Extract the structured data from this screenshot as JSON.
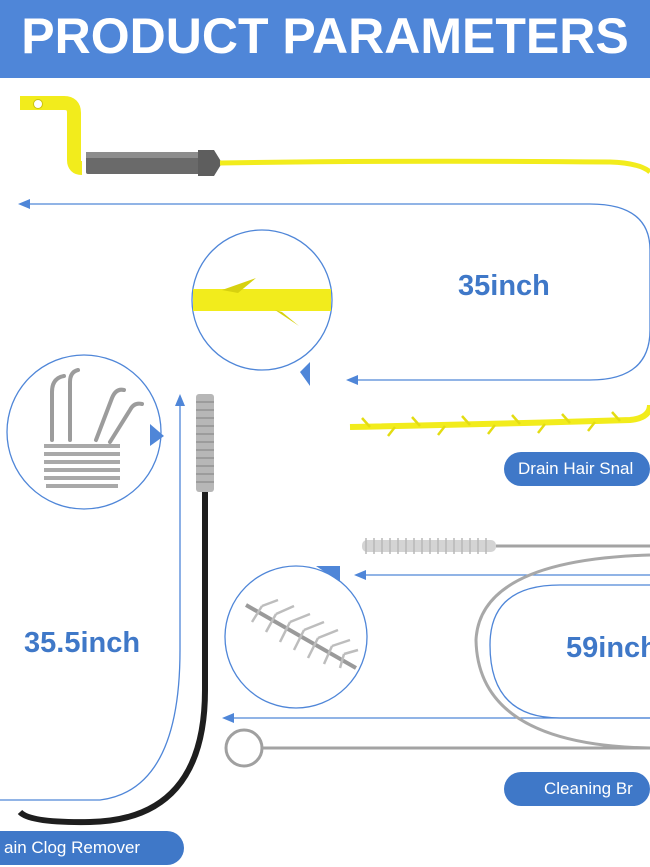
{
  "banner": {
    "title": "PRODUCT PARAMETERS"
  },
  "dimensions": {
    "hair_snake_length": "35inch",
    "clog_remover_length": "35.5inch",
    "cleaning_brush_length": "59inch"
  },
  "labels": {
    "drain_hair_snake": "Drain Hair Snal",
    "cleaning_brush": "Cleaning Br",
    "drain_clog_remover": "ain Clog Remover"
  },
  "colors": {
    "banner": "#4f86d8",
    "accent_blue": "#3f78c8",
    "snake_yellow": "#f2ec1c",
    "cable_black": "#1e1e1e",
    "wire_gray": "#9a9a9a"
  },
  "icons": [
    "arrow-left-icon",
    "zoom-pointer-icon"
  ]
}
